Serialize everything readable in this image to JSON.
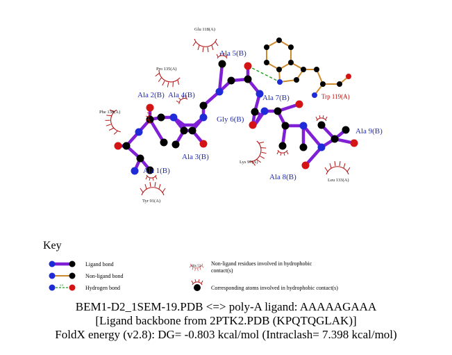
{
  "colors": {
    "ligand_bond": "#7f1fd6",
    "nonligand_bond": "#cc8a2e",
    "hbond": "#1a9a1a",
    "carbon": "#000000",
    "nitrogen": "#1f2bd6",
    "oxygen": "#d41414",
    "hydrophobic": "#b40f0f",
    "ligand_label": "#1f2bb0",
    "residue_label": "#111111",
    "trp_label": "#b40f0f"
  },
  "labels": {
    "ala5": "Ala 5(B)",
    "ala2": "Ala 2(B)",
    "ala4": "Ala 4(B)",
    "ala7": "Ala 7(B)",
    "gly6": "Gly 6(B)",
    "ala9": "Ala 9(B)",
    "ala3": "Ala 3(B)",
    "ala1": "Ala 1(B)",
    "ala8": "Ala 8(B)",
    "trp119": "Trp 119(A)",
    "glu118": "Glu 118(A)",
    "pro135": "Pro 135(A)",
    "phe138": "Phe 138(A)",
    "tyr91": "Tyr 91(A)",
    "lys97": "Lys 97(A)",
    "leu133": "Leu 133(A)"
  },
  "key": {
    "title": "Key",
    "ligand_bond": "Ligand bond",
    "nonligand_bond": "Non-ligand bond",
    "hbond": "Hydrogen bond",
    "hbond_distance": "3.0",
    "hydrophobic_residue_line1": "Non-ligand residues involved in hydrophobic",
    "hydrophobic_residue_line2": "contact(s)",
    "hydrophobic_residue_example": "His 53",
    "hydrophobic_atoms": "Corresponding atoms involved in hydrophobic contact(s)"
  },
  "caption": {
    "line1": "BEM1-D2_1SEM-19.PDB <=> poly-A ligand: AAAAAGAAA",
    "line2": "[Ligand backbone from 2PTK2.PDB (KPQTQGLAK)]",
    "line3": "FoldX energy (v2.8): DG= -0.803 kcal/mol (Intraclash= 7.398 kcal/mol)"
  }
}
